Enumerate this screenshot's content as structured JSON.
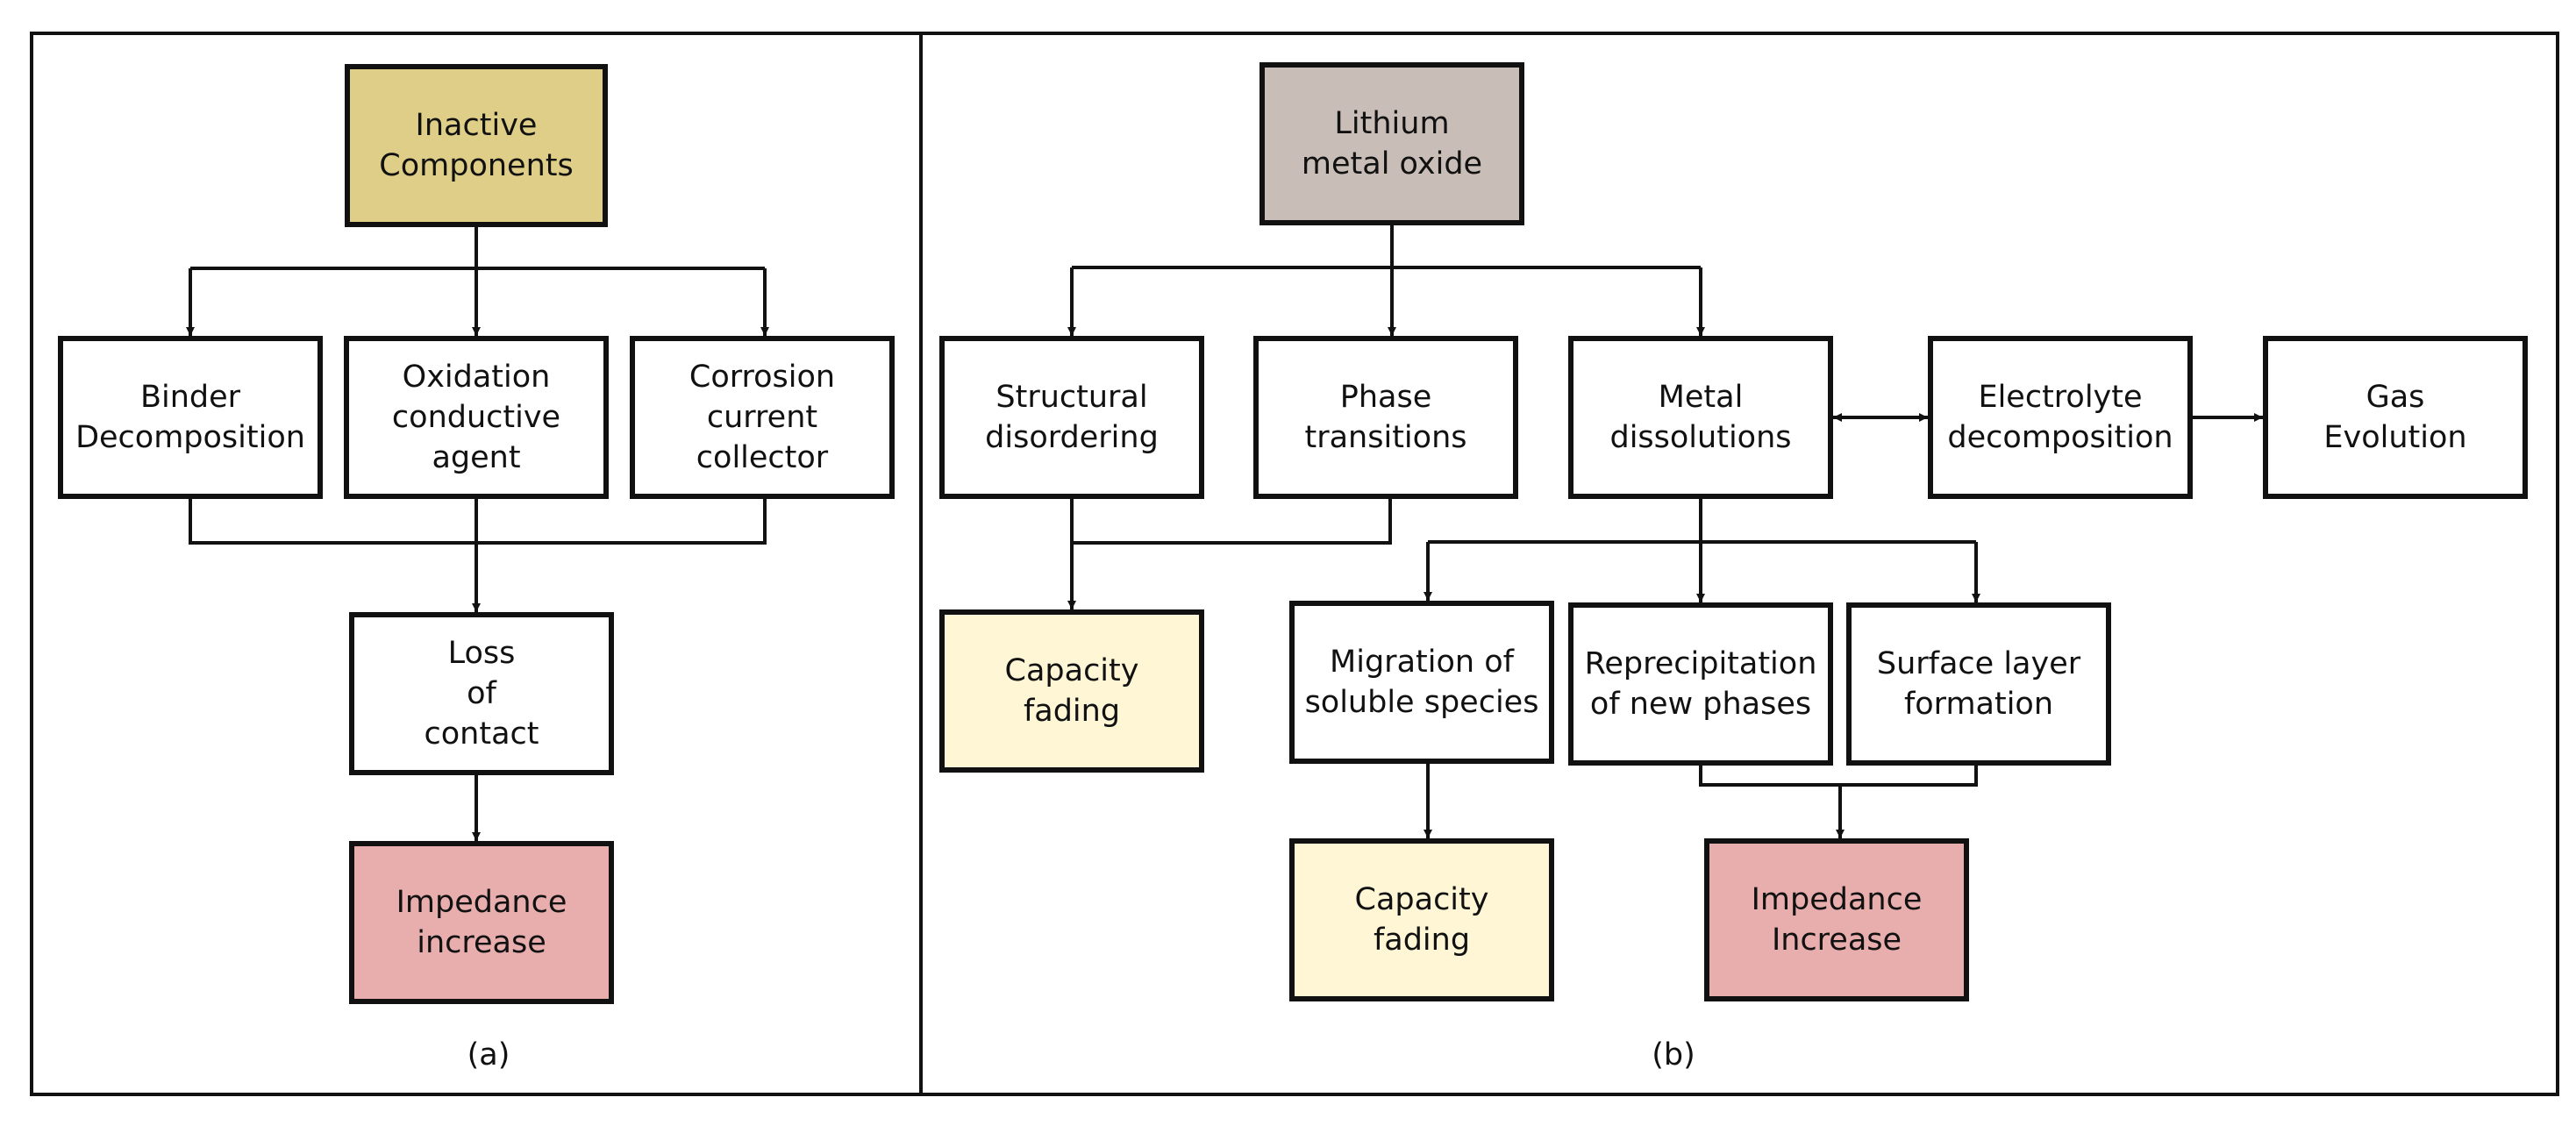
{
  "colors": {
    "inactive_components": "#DFCE87",
    "lithium_metal_oxide": "#C9BEB7",
    "capacity_fading": "#FFF6D6",
    "impedance": "#E8ADAD",
    "default": "#FFFFFF",
    "stroke": "#111111"
  },
  "panel_a": {
    "caption": "(a)",
    "nodes": {
      "inactive_components": [
        "Inactive",
        "Components"
      ],
      "binder_decomposition": [
        "Binder",
        "Decomposition"
      ],
      "oxidation_conductive_agent": [
        "Oxidation",
        "conductive",
        "agent"
      ],
      "corrosion_current_collector": [
        "Corrosion",
        "current",
        "collector"
      ],
      "loss_of_contact": [
        "Loss",
        "of",
        "contact"
      ],
      "impedance_increase": [
        "Impedance",
        "increase"
      ]
    }
  },
  "panel_b": {
    "caption": "(b)",
    "nodes": {
      "lithium_metal_oxide": [
        "Lithium",
        "metal oxide"
      ],
      "structural_disordering": [
        "Structural",
        "disordering"
      ],
      "phase_transitions": [
        "Phase",
        "transitions"
      ],
      "metal_dissolutions": [
        "Metal",
        "dissolutions"
      ],
      "electrolyte_decomposition": [
        "Electrolyte",
        "decomposition"
      ],
      "gas_evolution": [
        "Gas",
        "Evolution"
      ],
      "capacity_fading_left": [
        "Capacity",
        "fading"
      ],
      "migration_soluble_species": [
        "Migration of",
        "soluble species"
      ],
      "reprecipitation_new_phases": [
        "Reprecipitation",
        "of new phases"
      ],
      "surface_layer_formation": [
        "Surface layer",
        "formation"
      ],
      "capacity_fading_bottom": [
        "Capacity",
        "fading"
      ],
      "impedance_increase_b": [
        "Impedance",
        "Increase"
      ]
    }
  }
}
